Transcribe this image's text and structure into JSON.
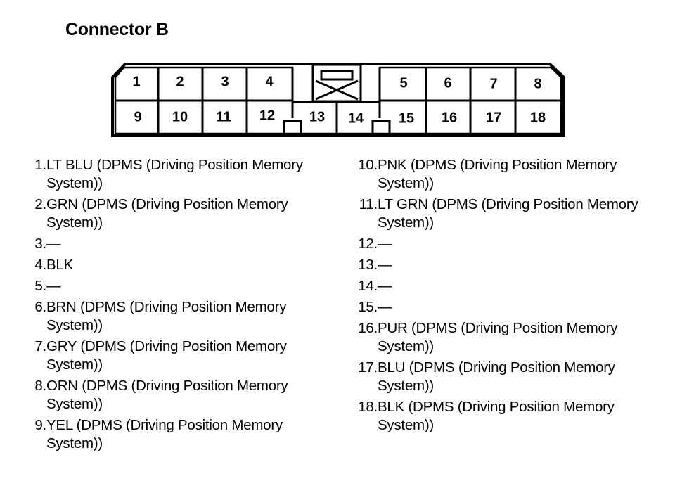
{
  "title": "Connector B",
  "pins": [
    {
      "label": "1"
    },
    {
      "label": "2"
    },
    {
      "label": "3"
    },
    {
      "label": "4"
    },
    {
      "label": "5"
    },
    {
      "label": "6"
    },
    {
      "label": "7"
    },
    {
      "label": "8"
    },
    {
      "label": "9"
    },
    {
      "label": "10"
    },
    {
      "label": "11"
    },
    {
      "label": "12"
    },
    {
      "label": "13"
    },
    {
      "label": "14"
    },
    {
      "label": "15"
    },
    {
      "label": "16"
    },
    {
      "label": "17"
    },
    {
      "label": "18"
    }
  ],
  "legend_left": [
    {
      "num": "1.",
      "desc": "LT BLU (DPMS (Driving Position Memory System))"
    },
    {
      "num": "2.",
      "desc": "GRN (DPMS (Driving Position Memory System))"
    },
    {
      "num": "3.",
      "desc": "—"
    },
    {
      "num": "4.",
      "desc": "BLK"
    },
    {
      "num": "5.",
      "desc": "—"
    },
    {
      "num": "6.",
      "desc": "BRN (DPMS (Driving Position Memory System))"
    },
    {
      "num": "7.",
      "desc": "GRY (DPMS (Driving Position Memory System))"
    },
    {
      "num": "8.",
      "desc": "ORN (DPMS (Driving Position Memory System))"
    },
    {
      "num": "9.",
      "desc": "YEL (DPMS (Driving Position Memory System))"
    }
  ],
  "legend_right": [
    {
      "num": "10.",
      "desc": "PNK (DPMS (Driving Position Memory System))"
    },
    {
      "num": "11.",
      "desc": "LT GRN (DPMS (Driving Position Memory System))"
    },
    {
      "num": "12.",
      "desc": "—"
    },
    {
      "num": "13.",
      "desc": "—"
    },
    {
      "num": "14.",
      "desc": "—"
    },
    {
      "num": "15.",
      "desc": "—"
    },
    {
      "num": "16.",
      "desc": "PUR (DPMS (Driving Position Memory System))"
    },
    {
      "num": "17.",
      "desc": "BLU (DPMS (Driving Position Memory System))"
    },
    {
      "num": "18.",
      "desc": "BLK (DPMS (Driving Position Memory System))"
    }
  ]
}
